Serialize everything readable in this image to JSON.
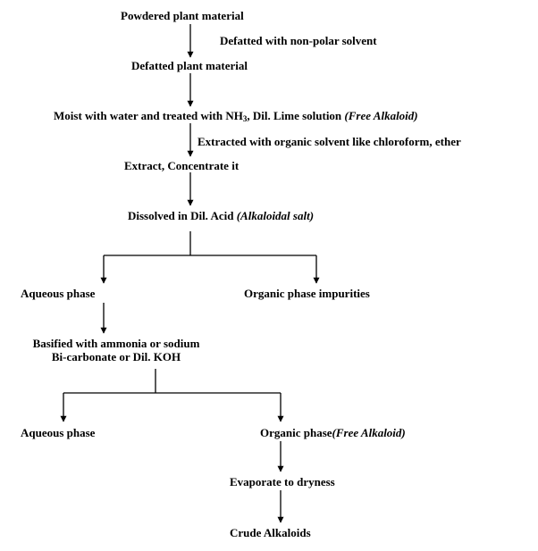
{
  "nodes": {
    "n1": {
      "text": "Powdered plant material"
    },
    "n2": {
      "text": "Defatted plant material"
    },
    "n3": {
      "text": "Moist with water and treated with NH",
      "sub": "3",
      "text_after": ", Dil. Lime solution ",
      "italic": "(Free Alkaloid)"
    },
    "n4": {
      "text": "Extract, Concentrate it"
    },
    "n5": {
      "text": "Dissolved in Dil. Acid ",
      "italic": "(Alkaloidal salt)"
    },
    "n6": {
      "text": "Aqueous phase"
    },
    "n7": {
      "text": "Organic phase impurities"
    },
    "n8": {
      "line1": "Basified with ammonia or sodium",
      "line2": "Bi-carbonate or Dil. KOH"
    },
    "n9": {
      "text": "Aqueous phase"
    },
    "n10": {
      "text": "Organic phase",
      "italic": "(Free Alkaloid)"
    },
    "n11": {
      "text": "Evaporate to dryness"
    },
    "n12": {
      "text": "Crude Alkaloids"
    }
  },
  "edge_labels": {
    "e1": "Defatted with non-polar solvent",
    "e3": "Extracted with organic solvent like chloroform, ether"
  },
  "colors": {
    "text": "#000000",
    "line": "#000000",
    "background": "#ffffff"
  }
}
